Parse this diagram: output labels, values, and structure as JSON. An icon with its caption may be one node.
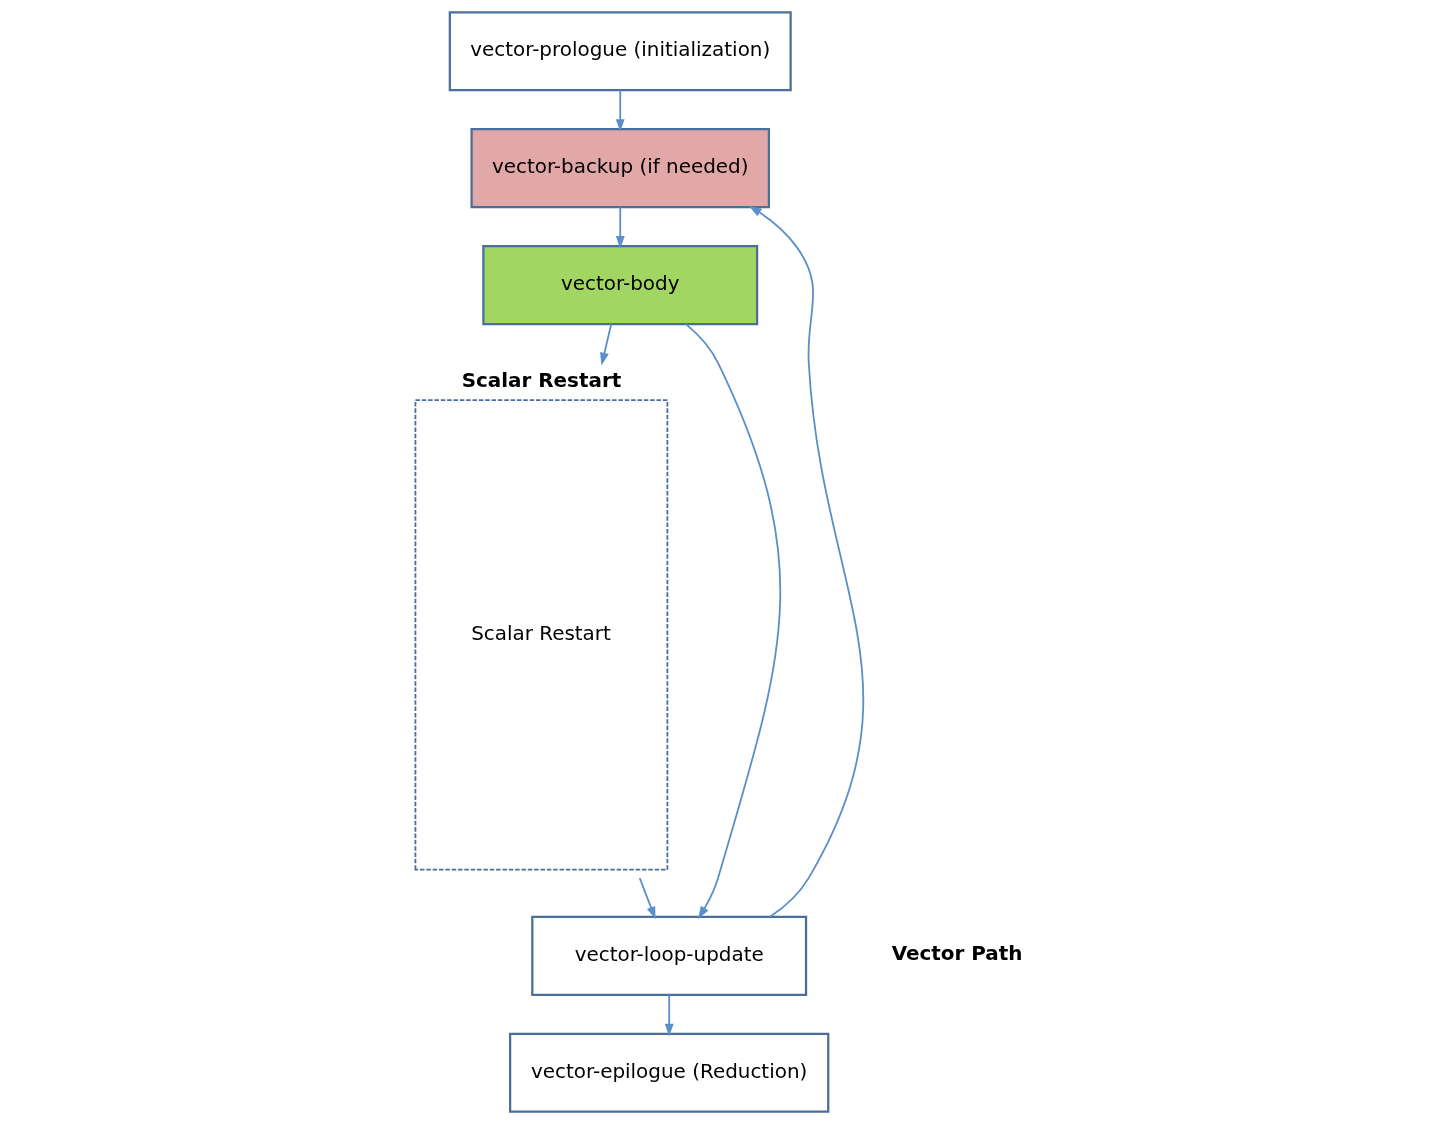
{
  "diagram": {
    "nodes": [
      {
        "text": [
          "Scalar Restart",
          "Scalar Restart"
        ]
      },
      {
        "text": [
          "vector-prologue (initialization)"
        ]
      },
      {
        "text": [
          "vector-backup (if needed)"
        ]
      },
      {
        "text": [
          "vector-body"
        ]
      },
      {
        "text": [
          "vector-loop-update"
        ]
      },
      {
        "text": [
          "vector-epilogue (Reduction)"
        ]
      }
    ],
    "edges": [
      {
        "from": 1,
        "to": 2,
        "arrow": "to"
      },
      {
        "from": 2,
        "to": 3,
        "arrow": "to"
      },
      {
        "from": 3,
        "to": 0,
        "arrow": "to"
      },
      {
        "from": 3,
        "to": 4,
        "arrow": "to"
      },
      {
        "from": 0,
        "to": 4,
        "arrow": "to"
      },
      {
        "from": 4,
        "to": 5,
        "arrow": "to"
      },
      {
        "from": 4,
        "to": 2,
        "arrow": "to"
      }
    ],
    "labels": [
      "Vector Path"
    ]
  }
}
